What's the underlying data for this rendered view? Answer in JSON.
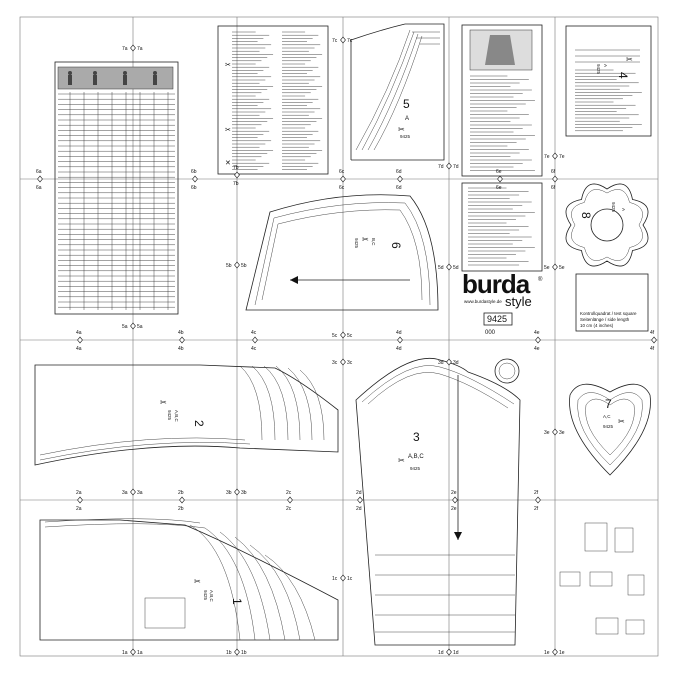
{
  "brand": {
    "name": "burda",
    "sub": "style",
    "registered": "®",
    "website": "www.burdastyle.de",
    "pattern_number": "9425",
    "size_code": "000"
  },
  "test_square": {
    "title": "Kontrollquadrat / test square",
    "line2": "Seitenlänge / side length",
    "line3": "10 cm (4 inches)"
  },
  "pieces": [
    {
      "id": "1",
      "letters": "A,B,C",
      "code": "9425"
    },
    {
      "id": "2",
      "letters": "A,B,C",
      "code": "9425"
    },
    {
      "id": "3",
      "letters": "A,B,C",
      "code": "9425"
    },
    {
      "id": "4",
      "letters": "A",
      "code": "9425"
    },
    {
      "id": "5",
      "letters": "A",
      "code": "9425"
    },
    {
      "id": "6",
      "letters": "B,C",
      "code": "9425"
    },
    {
      "id": "7",
      "letters": "A,C",
      "code": "9425"
    },
    {
      "id": "8",
      "letters": "A",
      "code": "9425"
    }
  ],
  "markers": [
    {
      "label": "7a",
      "pair": true
    },
    {
      "label": "7b",
      "pair": true
    },
    {
      "label": "7c",
      "pair": true
    },
    {
      "label": "7d",
      "pair": true
    },
    {
      "label": "7e",
      "pair": true
    },
    {
      "label": "6a",
      "pair": true
    },
    {
      "label": "6b",
      "pair": true
    },
    {
      "label": "6c",
      "pair": true
    },
    {
      "label": "6d",
      "pair": true
    },
    {
      "label": "6e",
      "pair": true
    },
    {
      "label": "6f",
      "pair": true
    },
    {
      "label": "5a",
      "pair": true
    },
    {
      "label": "5b",
      "pair": true
    },
    {
      "label": "5c",
      "pair": true
    },
    {
      "label": "5d",
      "pair": true
    },
    {
      "label": "5e",
      "pair": true
    },
    {
      "label": "4a",
      "pair": true
    },
    {
      "label": "4b",
      "pair": true
    },
    {
      "label": "4c",
      "pair": true
    },
    {
      "label": "4d",
      "pair": true
    },
    {
      "label": "4e",
      "pair": true
    },
    {
      "label": "4f",
      "pair": true
    },
    {
      "label": "3a",
      "pair": true
    },
    {
      "label": "3b",
      "pair": true
    },
    {
      "label": "3c",
      "pair": true
    },
    {
      "label": "3d",
      "pair": true
    },
    {
      "label": "3e",
      "pair": true
    },
    {
      "label": "2a",
      "pair": true
    },
    {
      "label": "2b",
      "pair": true
    },
    {
      "label": "2c",
      "pair": true
    },
    {
      "label": "2d",
      "pair": true
    },
    {
      "label": "2e",
      "pair": true
    },
    {
      "label": "2f",
      "pair": true
    },
    {
      "label": "1a",
      "pair": true
    },
    {
      "label": "1b",
      "pair": true
    },
    {
      "label": "1c",
      "pair": true
    },
    {
      "label": "1d",
      "pair": true
    },
    {
      "label": "1e",
      "pair": true
    }
  ]
}
